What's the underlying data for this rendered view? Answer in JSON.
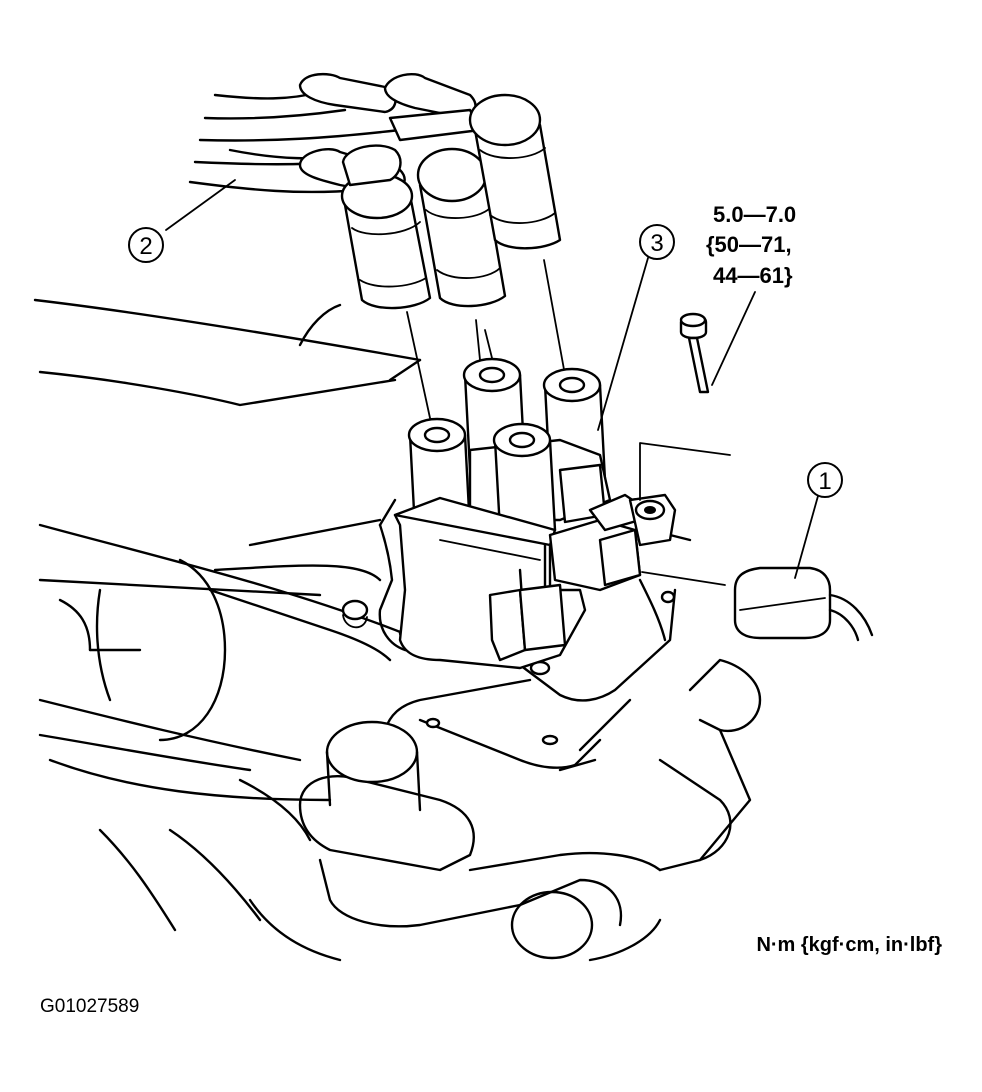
{
  "callouts": [
    {
      "id": "1",
      "label": "1"
    },
    {
      "id": "2",
      "label": "2"
    },
    {
      "id": "3",
      "label": "3"
    }
  ],
  "torque_spec": {
    "line1": "5.0—7.0",
    "line2": "{50—71,",
    "line3": "44—61}"
  },
  "units_note": "N·m {kgf·cm, in·lbf}",
  "figure_id": "G01027589"
}
